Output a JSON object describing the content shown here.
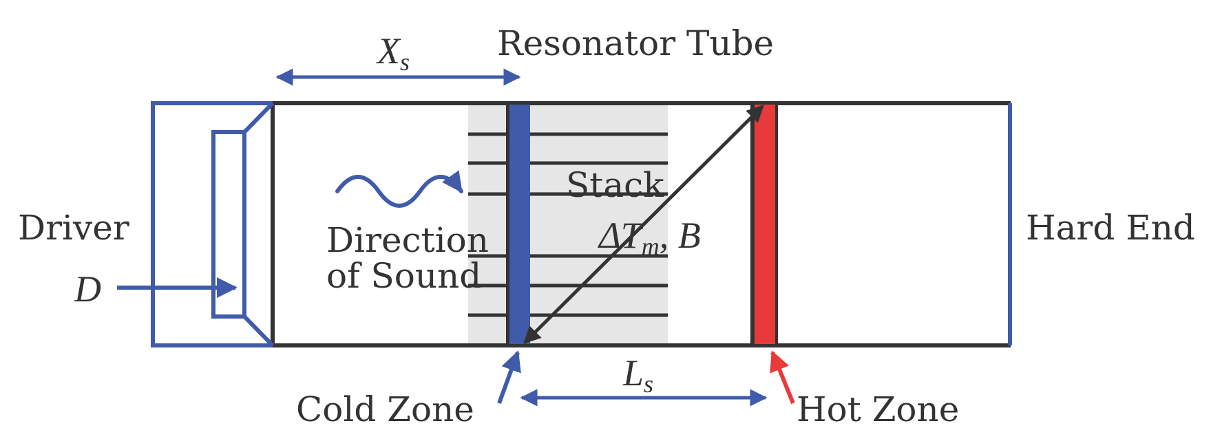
{
  "labels": {
    "resonator": "Resonator Tube",
    "driver": "Driver",
    "driver_symbol": "D",
    "direction_line1": "Direction",
    "direction_line2": "of Sound",
    "stack": "Stack",
    "stack_params": "ΔT",
    "stack_params_sub": "m",
    "stack_params_tail": ", B",
    "hard_end": "Hard End",
    "cold_zone": "Cold Zone",
    "hot_zone": "Hot Zone",
    "xs_main": "X",
    "xs_sub": "s",
    "ls_main": "L",
    "ls_sub": "s"
  },
  "colors": {
    "outline": "#333333",
    "blue": "#3f5ba9",
    "red": "#e83a3a",
    "stack_fill": "#e6e6e6"
  }
}
